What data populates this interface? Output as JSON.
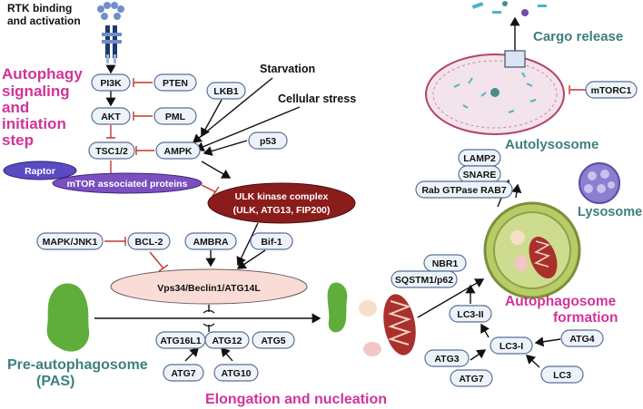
{
  "labels": {
    "rtk": "RTK binding",
    "rtk2": "and activation",
    "signaling1": "Autophagy",
    "signaling2": "signaling",
    "signaling3": "and",
    "signaling4": "initiation",
    "signaling5": "step",
    "starvation": "Starvation",
    "cellular_stress": "Cellular stress",
    "cargo_release": "Cargo release",
    "autolysosome": "Autolysosome",
    "lysosome": "Lysosome",
    "autophagosome1": "Autophagosome",
    "autophagosome2": "formation",
    "pre1": "Pre-autophagosome",
    "pre2": "(PAS)",
    "elongation": "Elongation and nucleation"
  },
  "nodes": {
    "pi3k": "PI3K",
    "pten": "PTEN",
    "akt": "AKT",
    "pml": "PML",
    "tsc": "TSC1/2",
    "ampk": "AMPK",
    "lkb1": "LKB1",
    "p53": "p53",
    "raptor": "Raptor",
    "mtor": "mTOR associated proteins",
    "ulk1": "ULK kinase complex",
    "ulk2": "(ULK, ATG13, FIP200)",
    "mapk": "MAPK/JNK1",
    "bcl2": "BCL-2",
    "ambra": "AMBRA",
    "bif1": "Bif-1",
    "vps34": "Vps34/Beclin1/ATG14L",
    "atg16l1": "ATG16L1",
    "atg12": "ATG12",
    "atg5": "ATG5",
    "atg7a": "ATG7",
    "atg10": "ATG10",
    "nbr1": "NBR1",
    "sqstm1": "SQSTM1/p62",
    "lc3ii": "LC3-II",
    "lc3i": "LC3-I",
    "atg3": "ATG3",
    "atg7b": "ATG7",
    "atg4": "ATG4",
    "lc3": "LC3",
    "lamp2": "LAMP2",
    "snare": "SNARE",
    "rab7": "Rab GTPase RAB7",
    "mtorc1": "mTORC1"
  },
  "colors": {
    "magenta": "#d0349a",
    "teal": "#3e7f7e",
    "pill_fill": "#eef3fb",
    "ulk_fill": "#8b1c1c",
    "mtor_fill": "#7a4fbf",
    "raptor_fill": "#5a4bc4",
    "vps_fill": "#f9dcd6",
    "lysosome_fill": "#8a7fd0",
    "autophagosome_fill": "#b7cc67",
    "autolysosome_fill": "#f3e3ea",
    "pas_fill": "#5fad3b",
    "inhibition": "#c0392b"
  }
}
